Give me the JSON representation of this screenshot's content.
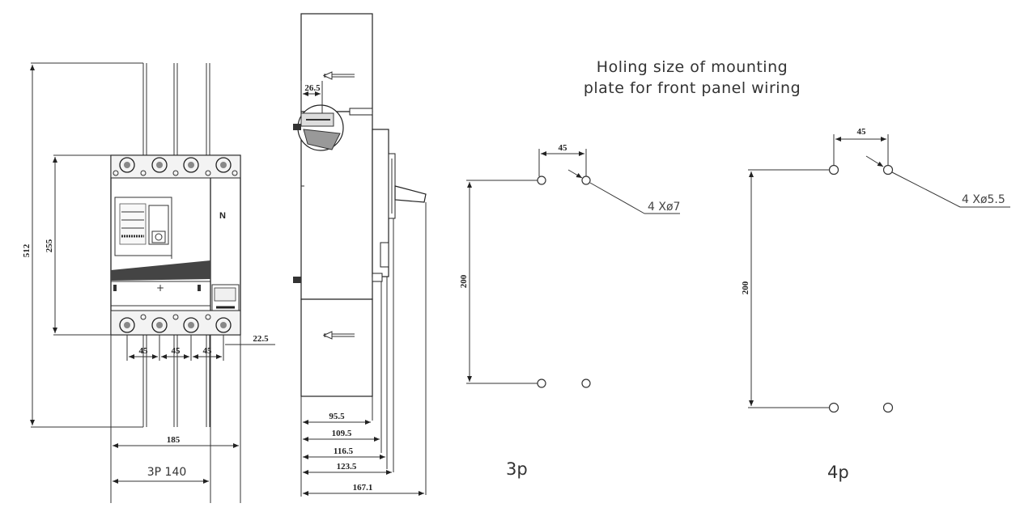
{
  "title_line1": "Holing size of mounting",
  "title_line2": "plate for front panel wiring",
  "front_view": {
    "dim_total_height": "512",
    "dim_mount_height": "255",
    "dim_pitch_1": "45",
    "dim_pitch_2": "45",
    "dim_pitch_3": "45",
    "dim_side_offset": "22.5",
    "dim_total_width": "185",
    "dim_3p_width": "3P 140",
    "neutral_mark": "N"
  },
  "side_view": {
    "dim_top_offset": "26.5",
    "dim_depth_1": "95.5",
    "dim_depth_2": "109.5",
    "dim_depth_3": "116.5",
    "dim_depth_4": "123.5",
    "dim_depth_5": "167.1"
  },
  "panel_3p": {
    "dim_h_spacing": "45",
    "dim_v_spacing": "200",
    "hole_spec": "4 Xø7",
    "label": "3p"
  },
  "panel_4p": {
    "dim_h_spacing": "45",
    "dim_v_spacing": "200",
    "hole_spec": "4 Xø5.5",
    "label": "4p"
  }
}
